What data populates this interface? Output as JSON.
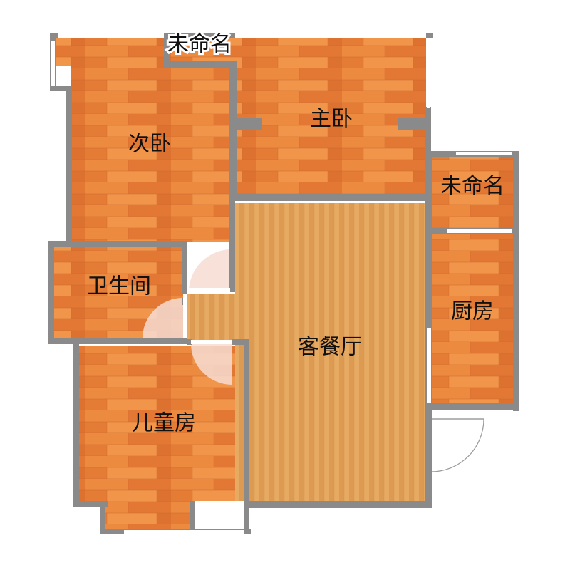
{
  "rooms": {
    "master_bedroom": "主卧",
    "second_bedroom": "次卧",
    "unnamed_top": "未命名",
    "unnamed_right": "未命名",
    "bathroom": "卫生间",
    "kitchen": "厨房",
    "living_dining": "客餐厅",
    "kids_room": "儿童房"
  },
  "colors": {
    "floor_wood": "#e8803a",
    "floor_wood_light": "#f09a4e",
    "floor_wood_dark": "#d86c28",
    "floor_living": "#e0a25a",
    "wall": "#8a8a8a",
    "window": "#ffffff",
    "door_arc": "#f2d2c6"
  }
}
